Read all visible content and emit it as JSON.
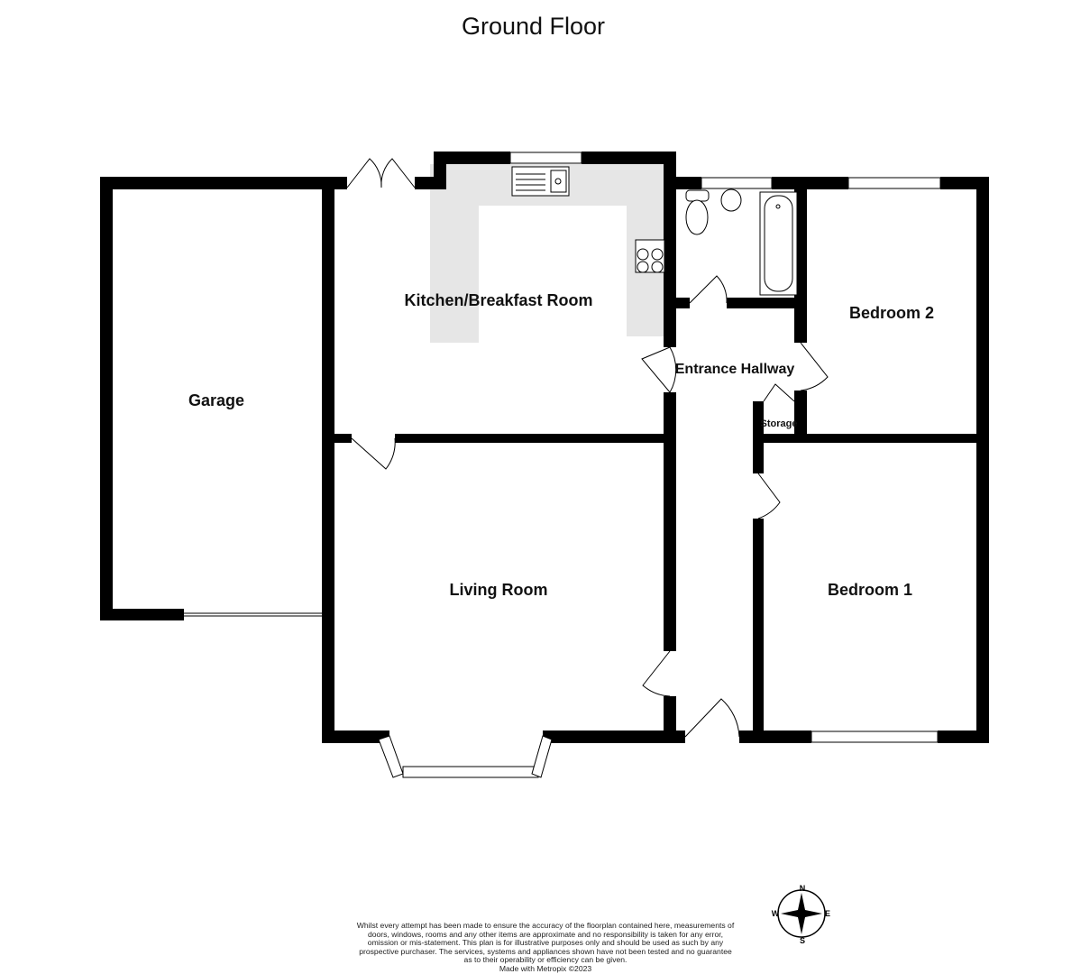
{
  "title": "Ground Floor",
  "rooms": {
    "garage": "Garage",
    "kitchen": "Kitchen/Breakfast Room",
    "hallway": "Entrance Hallway",
    "bedroom2": "Bedroom 2",
    "storage": "Storage",
    "living": "Living Room",
    "bedroom1": "Bedroom 1"
  },
  "compass": {
    "n": "N",
    "e": "E",
    "s": "S",
    "w": "W"
  },
  "disclaimer": "Whilst every attempt has been made to ensure the accuracy of the floorplan contained here, measurements of doors, windows, rooms and any other items are approximate and no responsibility is taken for any error, omission or mis-statement. This plan is for illustrative purposes only and should be used as such by any prospective purchaser. The services, systems and appliances shown have not been tested and no guarantee as to their operability or efficiency can be given.",
  "credit": "Made with Metropix ©2023",
  "colors": {
    "wall": "#000000",
    "worktop": "#e6e6e6"
  }
}
